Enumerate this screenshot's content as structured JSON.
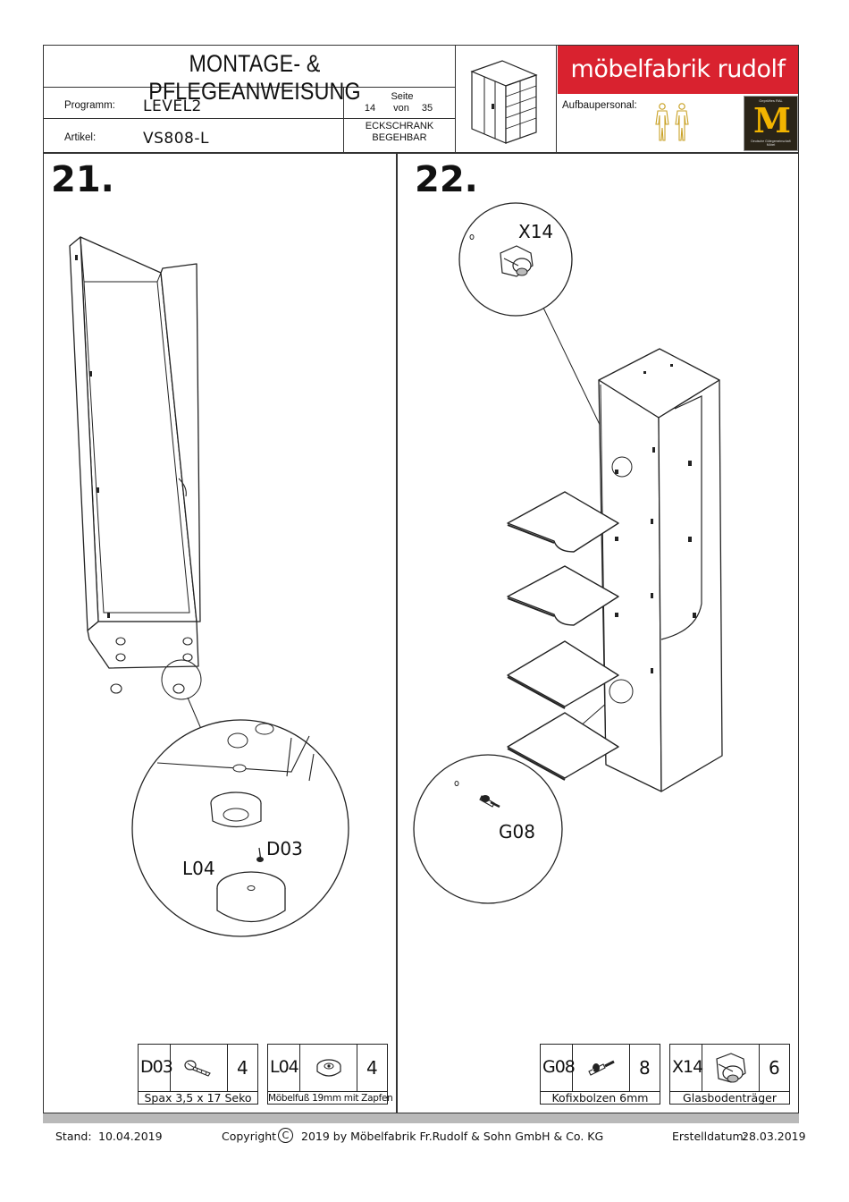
{
  "header": {
    "title": "MONTAGE- & PFLEGEANWEISUNG",
    "program_label": "Programm:",
    "program_value": "LEVEL2",
    "article_label": "Artikel:",
    "article_value": "VS808-L",
    "page_label": "Seite",
    "page_current": "14",
    "page_of": "von",
    "page_total": "35",
    "product_line1": "ECKSCHRANK",
    "product_line2": "BEGEHBAR",
    "brand": "möbelfabrik rudolf",
    "personnel_label": "Aufbaupersonal:",
    "seal_top": "Geprüftes RAL",
    "seal_letter": "M",
    "seal_bottom": "Deutsche Gütegemeinschaft Möbel"
  },
  "steps": [
    {
      "number": "21.",
      "callouts": [
        "D03",
        "L04"
      ]
    },
    {
      "number": "22.",
      "callouts": [
        "X14",
        "G08"
      ]
    }
  ],
  "parts": [
    {
      "code": "D03",
      "qty": "4",
      "desc": "Spax 3,5 x 17 Seko"
    },
    {
      "code": "L04",
      "qty": "4",
      "desc": "Möbelfuß 19mm mit Zapfen"
    },
    {
      "code": "G08",
      "qty": "8",
      "desc": "Kofixbolzen 6mm"
    },
    {
      "code": "X14",
      "qty": "6",
      "desc": "Glasbodenträger"
    }
  ],
  "footer": {
    "stand_label": "Stand:",
    "stand_date": "10.04.2019",
    "copyright_label": "Copyright",
    "copyright_symbol": "C",
    "copyright_text": "2019  by Möbelfabrik Fr.Rudolf & Sohn GmbH & Co. KG",
    "created_label": "Erstelldatum:",
    "created_date": "28.03.2019"
  },
  "colors": {
    "brand_red": "#d9222f",
    "figure_gold": "#c9a227",
    "seal_dark": "#2a2418"
  }
}
